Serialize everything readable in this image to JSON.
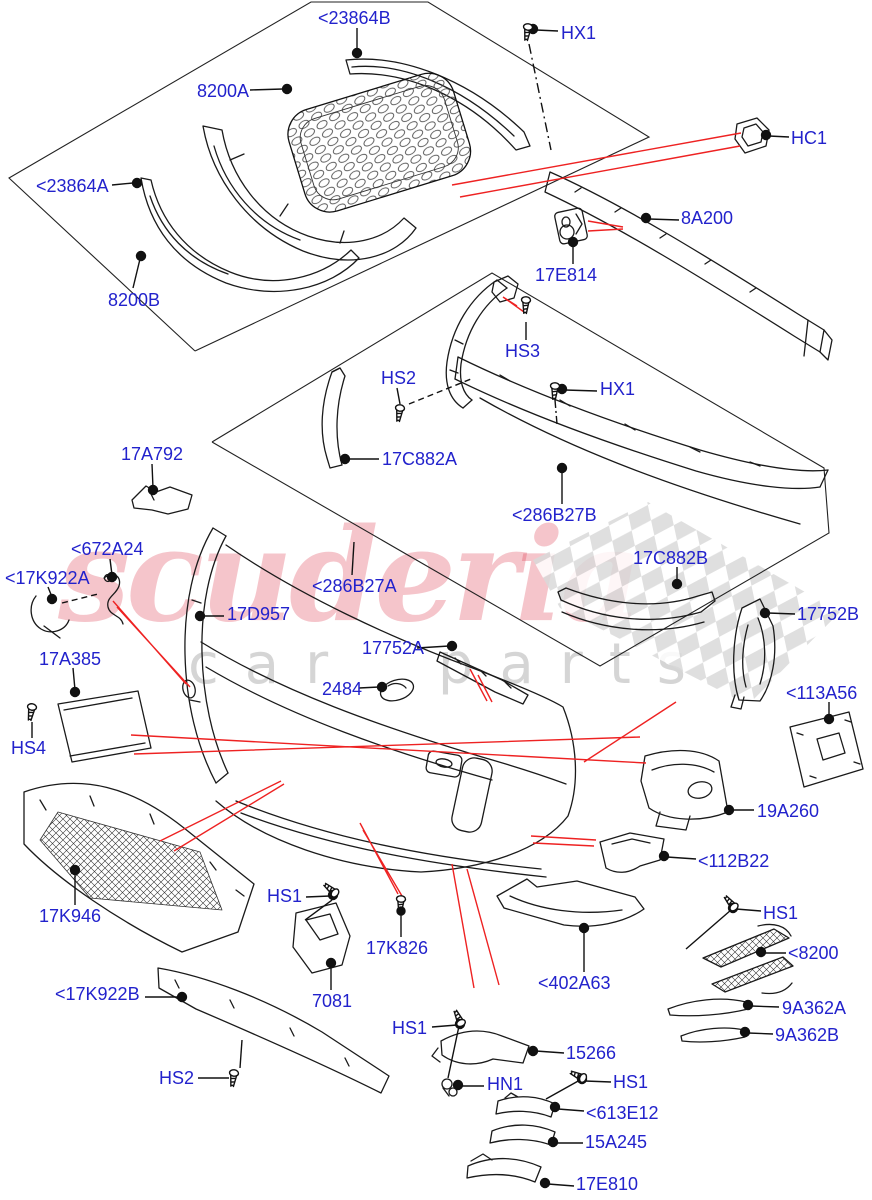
{
  "watermark": {
    "brand": "scuderia",
    "sub": "car parts"
  },
  "colors": {
    "label_blue": "#2222cc",
    "leader_black": "#111111",
    "callout_red": "#ee2222",
    "watermark_pink": "rgba(222,62,84,0.30)",
    "checker_grey": "#d9d9d9"
  },
  "labels": [
    {
      "text": "<23864B"
    },
    {
      "text": "HX1"
    },
    {
      "text": "8200A"
    },
    {
      "text": "HC1"
    },
    {
      "text": "<23864A"
    },
    {
      "text": "8A200"
    },
    {
      "text": "17E814"
    },
    {
      "text": "8200B"
    },
    {
      "text": "HS3"
    },
    {
      "text": "HS2"
    },
    {
      "text": "HX1"
    },
    {
      "text": "17C882A"
    },
    {
      "text": "<286B27B"
    },
    {
      "text": "17C882B"
    },
    {
      "text": "<286B27A"
    },
    {
      "text": "17752B"
    },
    {
      "text": "17D957"
    },
    {
      "text": "17752A"
    },
    {
      "text": "17A792"
    },
    {
      "text": "<672A24"
    },
    {
      "text": "<17K922A"
    },
    {
      "text": "17A385"
    },
    {
      "text": "2484"
    },
    {
      "text": "<113A56"
    },
    {
      "text": "HS4"
    },
    {
      "text": "19A260"
    },
    {
      "text": "<112B22"
    },
    {
      "text": "HS1"
    },
    {
      "text": "<8200"
    },
    {
      "text": "17K946"
    },
    {
      "text": "HS1"
    },
    {
      "text": "17K826"
    },
    {
      "text": "<402A63"
    },
    {
      "text": "9A362A"
    },
    {
      "text": "9A362B"
    },
    {
      "text": "<17K922B"
    },
    {
      "text": "7081"
    },
    {
      "text": "HS2"
    },
    {
      "text": "HS1"
    },
    {
      "text": "15266"
    },
    {
      "text": "HN1"
    },
    {
      "text": "HS1"
    },
    {
      "text": "<613E12"
    },
    {
      "text": "15A245"
    },
    {
      "text": "17E810"
    }
  ]
}
